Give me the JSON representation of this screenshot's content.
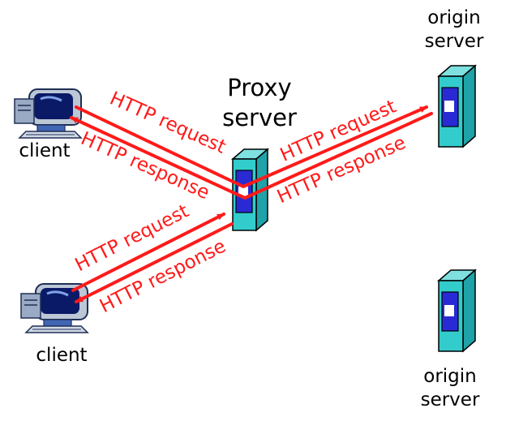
{
  "nodes": {
    "client_top": {
      "label": "client"
    },
    "client_bottom": {
      "label": "client"
    },
    "proxy": {
      "label_line1": "Proxy",
      "label_line2": "server"
    },
    "origin_top": {
      "label_line1": "origin",
      "label_line2": "server"
    },
    "origin_bottom": {
      "label_line1": "origin",
      "label_line2": "server"
    }
  },
  "edges": {
    "client_top_request": "HTTP request",
    "client_top_response": "HTTP response",
    "origin_request": "HTTP request",
    "origin_response": "HTTP response",
    "client_bottom_request": "HTTP request",
    "client_bottom_response": "HTTP response"
  },
  "colors": {
    "arrow": "#ff1a1a",
    "server_body": "#33cccc",
    "server_panel": "#2a2ad4",
    "computer_blue": "#3366cc"
  },
  "icons": [
    "computer-icon",
    "server-icon"
  ]
}
